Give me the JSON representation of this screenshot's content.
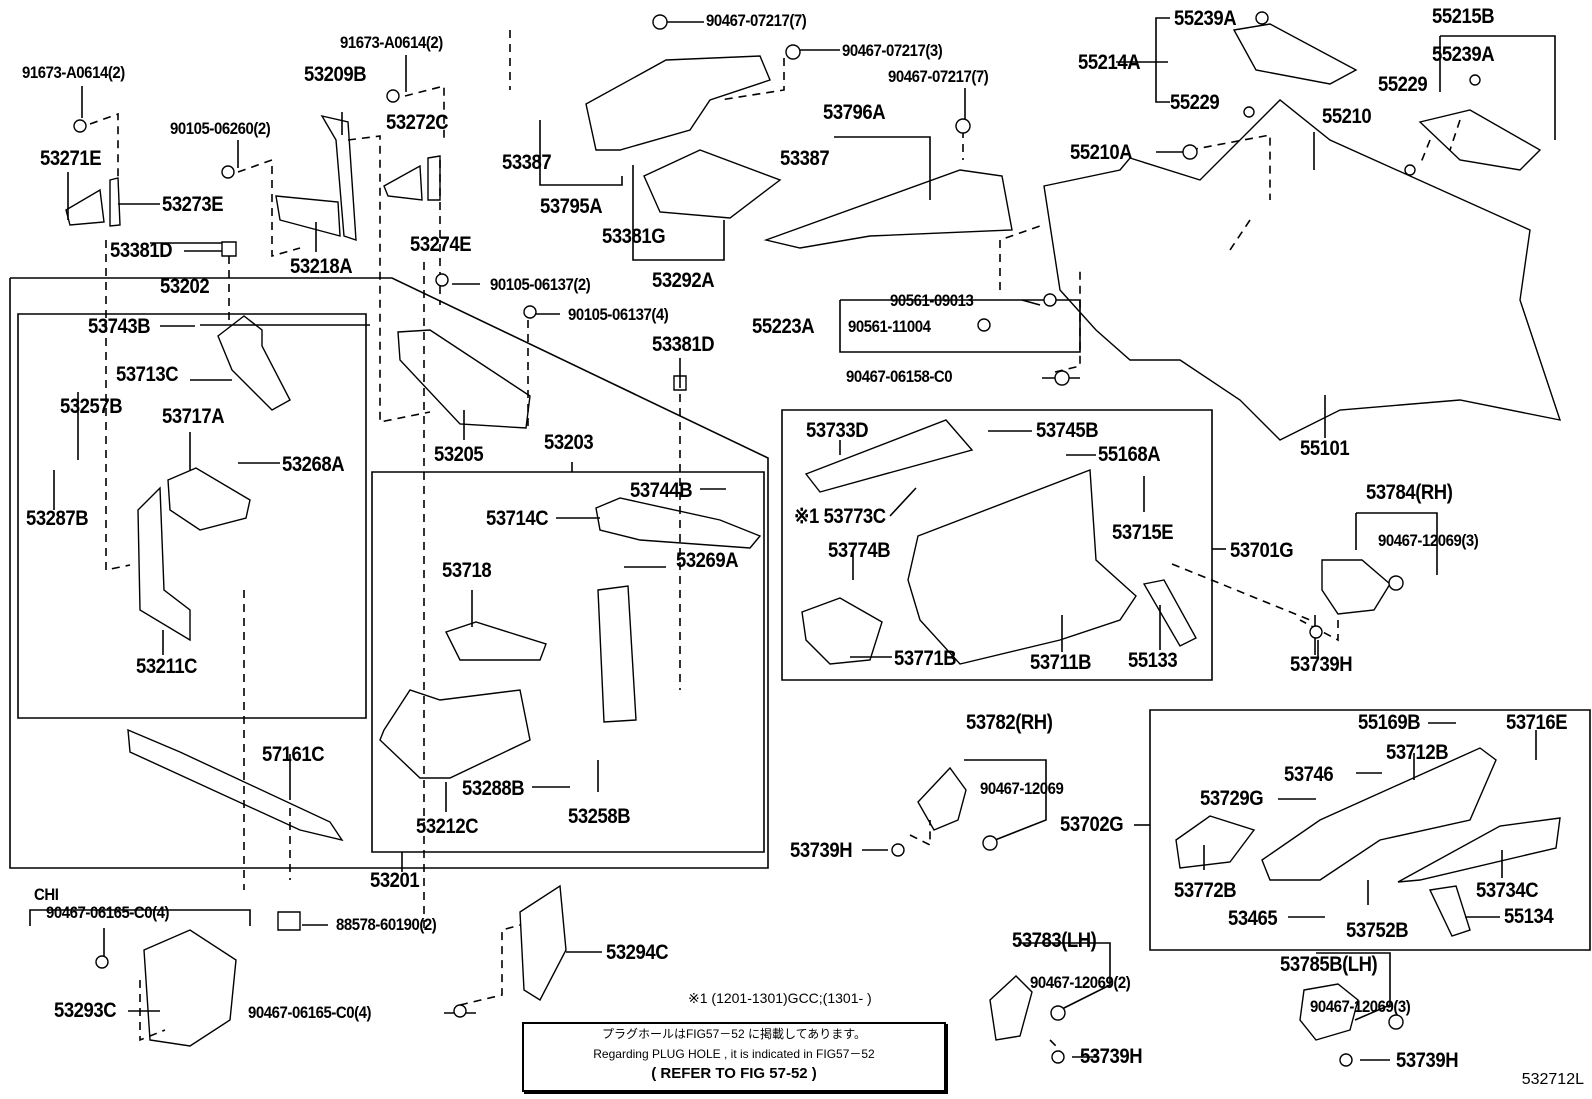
{
  "figure_id": "532712L",
  "labels": {
    "p91673_a": "91673-A0614(2)",
    "p91673_b": "91673-A0614(2)",
    "p53209B": "53209B",
    "p90105_06260": "90105-06260(2)",
    "p53272C": "53272C",
    "p53271E": "53271E",
    "p53273E": "53273E",
    "p53274E": "53274E",
    "p53381D_a": "53381D",
    "p53218A": "53218A",
    "p90467_07217_7a": "90467-07217(7)",
    "p90467_07217_3": "90467-07217(3)",
    "p90467_07217_7b": "90467-07217(7)",
    "p53387_a": "53387",
    "p53795A": "53795A",
    "p53381G": "53381G",
    "p53292A": "53292A",
    "p53796A": "53796A",
    "p53387_b": "53387",
    "p55239A_a": "55239A",
    "p55214A": "55214A",
    "p55229_a": "55229",
    "p55215B": "55215B",
    "p55239A_b": "55239A",
    "p55229_b": "55229",
    "p55210": "55210",
    "p55210A": "55210A",
    "p90561_09013": "90561-09013",
    "p55223A": "55223A",
    "p90561_11004": "90561-11004",
    "p90467_06158": "90467-06158-C0",
    "p55101": "55101",
    "p53202": "53202",
    "p53743B": "53743B",
    "p53713C": "53713C",
    "p53257B": "53257B",
    "p53717A": "53717A",
    "p53268A": "53268A",
    "p53287B": "53287B",
    "p53211C": "53211C",
    "p90105_06137_2": "90105-06137(2)",
    "p90105_06137_4": "90105-06137(4)",
    "p53381D_b": "53381D",
    "p53205": "53205",
    "p53203": "53203",
    "p53744B": "53744B",
    "p53714C": "53714C",
    "p53718": "53718",
    "p53269A": "53269A",
    "p53288B": "53288B",
    "p53258B": "53258B",
    "p53212C": "53212C",
    "p57161C": "57161C",
    "p53201": "53201",
    "p88578": "88578-60190(2)",
    "chi": "CHI",
    "p90467_06165_a": "90467-06165-C0(4)",
    "p53293C": "53293C",
    "p90467_06165_b": "90467-06165-C0(4)",
    "p53294C": "53294C",
    "p53733D": "53733D",
    "p53745B": "53745B",
    "p55168A": "55168A",
    "p53773C": "※1 53773C",
    "p53715E": "53715E",
    "p53774B": "53774B",
    "p53701G": "53701G",
    "p53771B": "53771B",
    "p53711B": "53711B",
    "p55133": "55133",
    "p53784": "53784(RH)",
    "p90467_12069_3a": "90467-12069(3)",
    "p53739H_a": "53739H",
    "p53782": "53782(RH)",
    "p90467_12069": "90467-12069",
    "p53739H_b": "53739H",
    "p53702G": "53702G",
    "p55169B": "55169B",
    "p53716E": "53716E",
    "p53712B": "53712B",
    "p53746": "53746",
    "p53729G": "53729G",
    "p53772B": "53772B",
    "p53734C": "53734C",
    "p53465": "53465",
    "p55134": "55134",
    "p53752B": "53752B",
    "p53783": "53783(LH)",
    "p90467_12069_2": "90467-12069(2)",
    "p53739H_c": "53739H",
    "p53785B": "53785B(LH)",
    "p90467_12069_3b": "90467-12069(3)",
    "p53739H_d": "53739H"
  },
  "footnote": "※1 (1201-1301)GCC;(1301-      )",
  "notice": {
    "line_jp": "プラグホールはFIG57－52 に掲載してあります。",
    "line_en": "Regarding  PLUG HOLE , it is indicated in FIG57－52",
    "line_ref": "( REFER  TO  FIG  57-52 )"
  }
}
